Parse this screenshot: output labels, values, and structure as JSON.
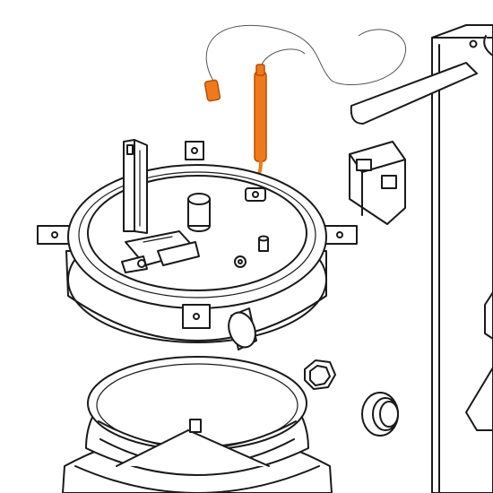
{
  "diagram": {
    "colors": {
      "line": "#1a1a1a",
      "background": "#ffffff",
      "highlight": "#f07a1a",
      "highlight_dark": "#b84f00",
      "wire": "#555555"
    },
    "parts": [
      {
        "name": "pressure-switch-hose",
        "highlighted": true
      },
      {
        "name": "hose-end-cap",
        "highlighted": true
      },
      {
        "name": "burn-pot-lid-assembly",
        "highlighted": false
      },
      {
        "name": "igniter-bracket",
        "highlighted": false
      },
      {
        "name": "exhaust-port",
        "highlighted": false
      },
      {
        "name": "air-intake-tube",
        "highlighted": false
      },
      {
        "name": "combustion-blower-housing",
        "highlighted": false
      },
      {
        "name": "hex-gasket",
        "highlighted": false
      },
      {
        "name": "grommet",
        "highlighted": false
      },
      {
        "name": "relay-module",
        "highlighted": false
      },
      {
        "name": "side-panel",
        "highlighted": false
      }
    ]
  }
}
